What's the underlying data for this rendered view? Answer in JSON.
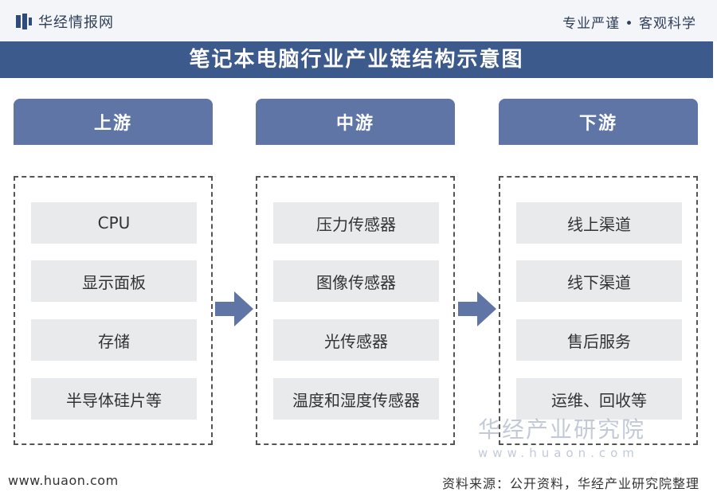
{
  "header": {
    "brand": "华经情报网",
    "slogan": "专业严谨 • 客观科学"
  },
  "title": "笔记本电脑行业产业链结构示意图",
  "columns": [
    {
      "label": "上游",
      "items": [
        "CPU",
        "显示面板",
        "存储",
        "半导体硅片等"
      ]
    },
    {
      "label": "中游",
      "items": [
        "压力传感器",
        "图像传感器",
        "光传感器",
        "温度和湿度传感器"
      ]
    },
    {
      "label": "下游",
      "items": [
        "线上渠道",
        "线下渠道",
        "售后服务",
        "运维、回收等"
      ]
    }
  ],
  "watermark": {
    "cn": "华经产业研究院",
    "en": "www.huaon.com"
  },
  "footer": {
    "website": "www.huaon.com",
    "source": "资料来源：公开资料，华经产业研究院整理"
  },
  "colors": {
    "title_bar": "#3d5a8c",
    "column_header": "#5f75a5",
    "item_bg": "#e9eaec",
    "arrow": "#5f75a5"
  },
  "icons": {
    "brand": "huaon-logo-icon",
    "flow": "right-arrow-icon"
  }
}
